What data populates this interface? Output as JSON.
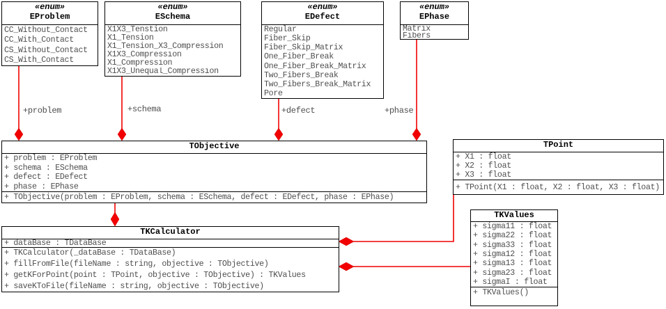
{
  "diagram": {
    "type": "uml-class-diagram",
    "connector_color": "#f20000",
    "member_text_color": "#4e4e4e",
    "association_labels": {
      "problem": "+problem",
      "schema": "+schema",
      "defect": "+defect",
      "phase": "+phase"
    }
  },
  "classes": {
    "eproblem": {
      "stereotype": "«enum»",
      "name": "EProblem",
      "attributes": [
        "CC_Without_Contact",
        "CC_With_Contact",
        "CS_Without_Contact",
        "CS_With_Contact"
      ]
    },
    "eschema": {
      "stereotype": "«enum»",
      "name": "ESchema",
      "attributes": [
        "X1X3_Tenstion",
        "X1_Tension",
        "X1_Tension_X3_Compression",
        "X1X3_Compression",
        "X1_Compression",
        "X1X3_Unequal_Compression"
      ]
    },
    "edefect": {
      "stereotype": "«enum»",
      "name": "EDefect",
      "attributes": [
        "Regular",
        "Fiber_Skip",
        "Fiber_Skip_Matrix",
        "One_Fiber_Break",
        "One_Fiber_Break_Matrix",
        "Two_Fibers_Break",
        "Two_Fibers_Break_Matrix",
        "Pore"
      ]
    },
    "ephase": {
      "stereotype": "«enum»",
      "name": "EPhase",
      "attributes": [
        "Matrix",
        "Fibers"
      ]
    },
    "tobjective": {
      "name": "TObjective",
      "attributes": [
        "+ problem : EProblem",
        "+ schema : ESchema",
        "+ defect : EDefect",
        "+ phase : EPhase"
      ],
      "methods": [
        "+ TObjective(problem : EProblem, schema : ESchema, defect : EDefect, phase : EPhase)"
      ]
    },
    "tpoint": {
      "name": "TPoint",
      "attributes": [
        "+ X1 : float",
        "+ X2 : float",
        "+ X3 : float"
      ],
      "methods": [
        "+ TPoint(X1 : float, X2 : float, X3 : float)"
      ]
    },
    "tkcalculator": {
      "name": "TKCalculator",
      "attributes": [
        "+ dataBase : TDataBase"
      ],
      "methods": [
        "+ TKCalculator(_dataBase : TDataBase)",
        "+ fillFromFile(fileName : string, objective : TObjective)",
        "+ getKForPoint(point : TPoint, objective : TObjective) : TKValues",
        "+ saveKToFile(fileName : string, objective : TObjective)"
      ]
    },
    "tkvalues": {
      "name": "TKValues",
      "attributes": [
        "+ sigma11 : float",
        "+ sigma22 : float",
        "+ sigma33 : float",
        "+ sigma12 : float",
        "+ sigma13 : float",
        "+ sigma23 : float",
        "+ sigmaI : float"
      ],
      "methods": [
        "+ TKValues()"
      ]
    }
  }
}
